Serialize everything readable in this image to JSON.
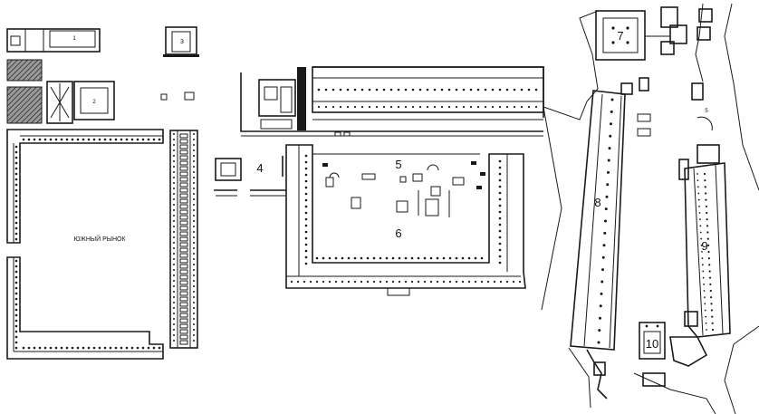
{
  "labels": {
    "south_market": "ЮЖНЫЙ РЫНОК",
    "n1": "1",
    "n2": "2",
    "n3": "3",
    "n4": "4",
    "n5": "5",
    "n6": "6",
    "n7": "7",
    "n8": "8",
    "n9": "9",
    "n10": "10"
  },
  "colors": {
    "ink": "#1a1a1a",
    "paper": "#ffffff"
  }
}
